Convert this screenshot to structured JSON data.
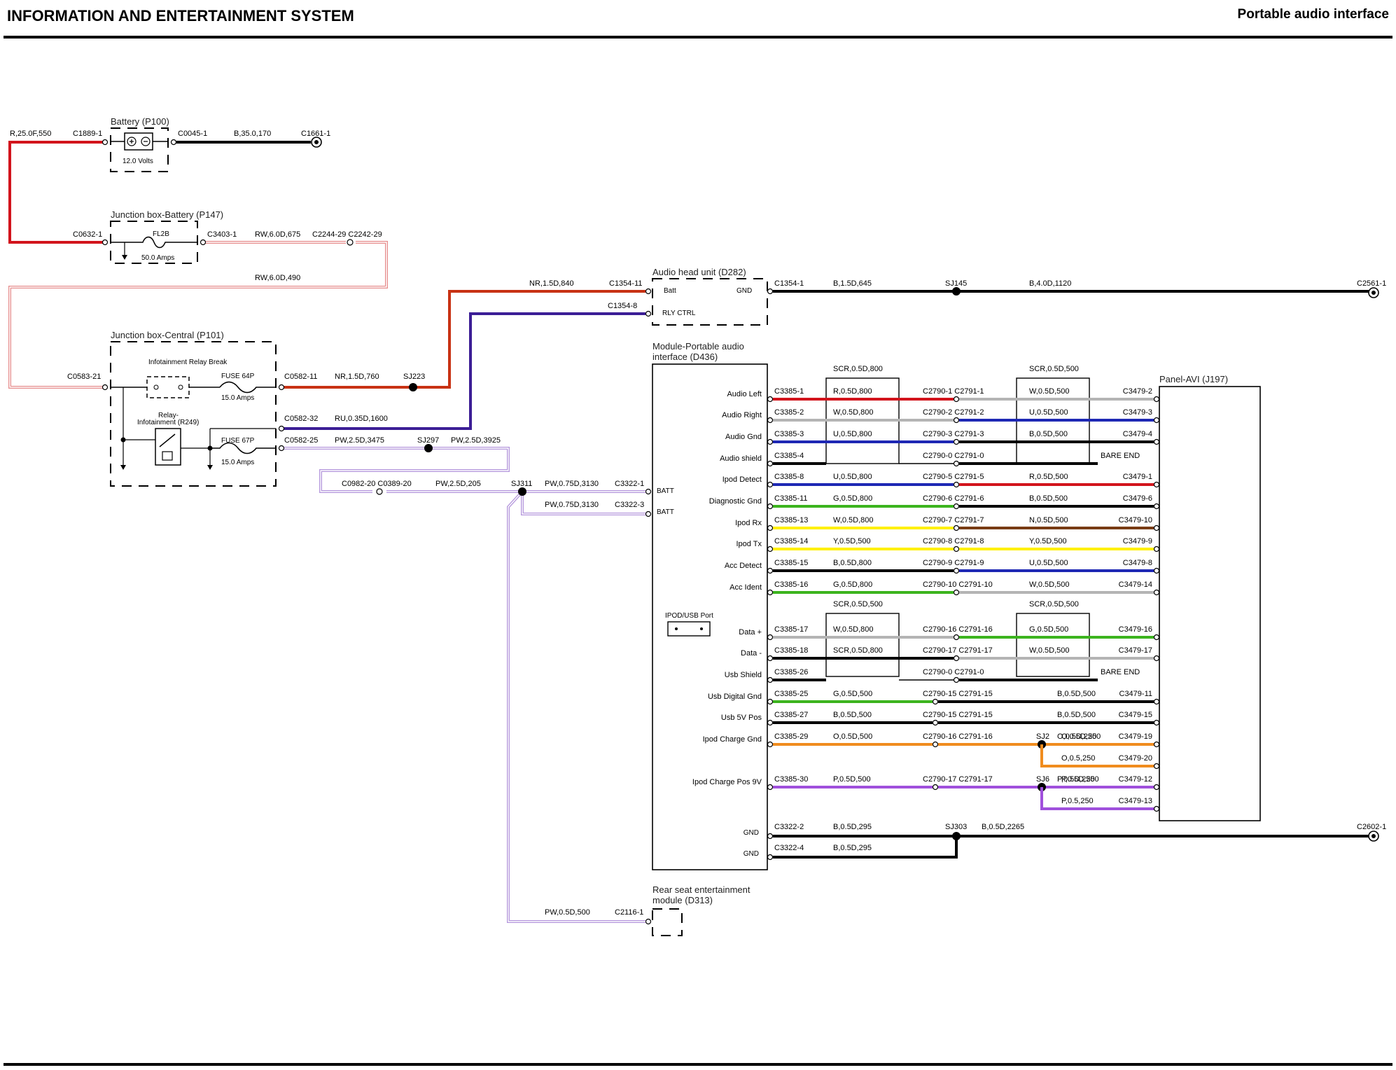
{
  "header": {
    "title": "INFORMATION AND ENTERTAINMENT SYSTEM",
    "subtitle": "Portable audio interface"
  },
  "colors": {
    "red": "#d2141c",
    "white": "#b4b4b4",
    "blue": "#1e28b4",
    "black": "#000000",
    "green": "#3cb41e",
    "yellow": "#fff000",
    "brown": "#783c14",
    "orange": "#f08c1e",
    "purple": "#a050dc",
    "darkblue": "#3c1e96",
    "pinkred": "#e68c8c",
    "lavender": "#b496dc"
  },
  "components": {
    "battery": {
      "name": "Battery (P100)",
      "voltage": "12.0 Volts"
    },
    "jb_battery": {
      "name": "Junction box-Battery (P147)",
      "fuse": "FL2B",
      "amps": "50.0 Amps"
    },
    "jb_central": {
      "name": "Junction box-Central (P101)",
      "relay_break": "Infotainment Relay Break",
      "relay_label_1": "Relay-",
      "relay_label_2": "Infotainment (R249)",
      "fuse1": "FUSE 64P",
      "fuse1_amps": "15.0 Amps",
      "fuse2": "FUSE 67P",
      "fuse2_amps": "15.0 Amps"
    },
    "head_unit": {
      "name": "Audio head unit (D282)",
      "batt": "Batt",
      "gnd": "GND",
      "rly": "RLY CTRL"
    },
    "module": {
      "name_1": "Module-Portable audio",
      "name_2": "interface (D436)",
      "port": "IPOD/USB Port"
    },
    "panel": {
      "name": "Panel-AVI (J197)"
    },
    "rse": {
      "name_1": "Rear seat entertainment",
      "name_2": "module (D313)"
    }
  },
  "labels": [
    {
      "t": "R,25.0F,550"
    },
    {
      "t": "C1889-1"
    },
    {
      "t": "C0045-1"
    },
    {
      "t": "B,35.0,170"
    },
    {
      "t": "C1661-1"
    },
    {
      "t": "C0632-1"
    },
    {
      "t": "C3403-1"
    },
    {
      "t": "RW,6.0D,675"
    },
    {
      "t": "C2244-29 C2242-29"
    },
    {
      "t": "RW,6.0D,490"
    },
    {
      "t": "NR,1.5D,840"
    },
    {
      "t": "C1354-11"
    },
    {
      "t": "C1354-8"
    },
    {
      "t": "C1354-1"
    },
    {
      "t": "B,1.5D,645"
    },
    {
      "t": "SJ145"
    },
    {
      "t": "B,4.0D,1120"
    },
    {
      "t": "C2561-1"
    },
    {
      "t": "C0583-21"
    },
    {
      "t": "C0582-11"
    },
    {
      "t": "NR,1.5D,760"
    },
    {
      "t": "SJ223"
    },
    {
      "t": "C0582-32"
    },
    {
      "t": "RU,0.35D,1600"
    },
    {
      "t": "C0582-25"
    },
    {
      "t": "PW,2.5D,3475"
    },
    {
      "t": "SJ297"
    },
    {
      "t": "PW,2.5D,3925"
    },
    {
      "t": "C0982-20 C0389-20"
    },
    {
      "t": "PW,2.5D,205"
    },
    {
      "t": "SJ311"
    },
    {
      "t": "PW,0.75D,3130"
    },
    {
      "t": "C3322-1"
    },
    {
      "t": "PW,0.75D,3130"
    },
    {
      "t": "C3322-3"
    },
    {
      "t": "BATT"
    },
    {
      "t": "BATT"
    },
    {
      "t": "PW,0.5D,500"
    },
    {
      "t": "C2116-1"
    },
    {
      "t": "C3322-2"
    },
    {
      "t": "B,0.5D,295"
    },
    {
      "t": "SJ303"
    },
    {
      "t": "B,0.5D,2265"
    },
    {
      "t": "C2602-1"
    },
    {
      "t": "C3322-4"
    },
    {
      "t": "B,0.5D,295"
    },
    {
      "t": "GND"
    },
    {
      "t": "GND"
    },
    {
      "t": "SCR,0.5D,800"
    },
    {
      "t": "SCR,0.5D,500"
    },
    {
      "t": "SCR,0.5D,500"
    },
    {
      "t": "SCR,0.5D,500"
    }
  ],
  "rows": [
    {
      "pin": "Audio Left",
      "c1": "C3385-1",
      "w1": "R,0.5D,800",
      "c2": "C2790-1 C2791-1",
      "w2": "W,0.5D,500",
      "c3": "C3479-2"
    },
    {
      "pin": "Audio Right",
      "c1": "C3385-2",
      "w1": "W,0.5D,800",
      "c2": "C2790-2 C2791-2",
      "w2": "U,0.5D,500",
      "c3": "C3479-3"
    },
    {
      "pin": "Audio Gnd",
      "c1": "C3385-3",
      "w1": "U,0.5D,800",
      "c2": "C2790-3 C2791-3",
      "w2": "B,0.5D,500",
      "c3": "C3479-4"
    },
    {
      "pin": "Audio shield",
      "c1": "C3385-4",
      "w1": "",
      "c2": "C2790-0 C2791-0",
      "w2": "",
      "c3": "BARE END"
    },
    {
      "pin": "Ipod Detect",
      "c1": "C3385-8",
      "w1": "U,0.5D,800",
      "c2": "C2790-5 C2791-5",
      "w2": "R,0.5D,500",
      "c3": "C3479-1"
    },
    {
      "pin": "Diagnostic Gnd",
      "c1": "C3385-11",
      "w1": "G,0.5D,800",
      "c2": "C2790-6 C2791-6",
      "w2": "B,0.5D,500",
      "c3": "C3479-6"
    },
    {
      "pin": "Ipod Rx",
      "c1": "C3385-13",
      "w1": "W,0.5D,800",
      "c2": "C2790-7 C2791-7",
      "w2": "N,0.5D,500",
      "c3": "C3479-10"
    },
    {
      "pin": "Ipod Tx",
      "c1": "C3385-14",
      "w1": "Y,0.5D,500",
      "c2": "C2790-8 C2791-8",
      "w2": "Y,0.5D,500",
      "c3": "C3479-9"
    },
    {
      "pin": "Acc Detect",
      "c1": "C3385-15",
      "w1": "B,0.5D,800",
      "c2": "C2790-9 C2791-9",
      "w2": "U,0.5D,500",
      "c3": "C3479-8"
    },
    {
      "pin": "Acc Ident",
      "c1": "C3385-16",
      "w1": "G,0.5D,800",
      "c2": "C2790-10 C2791-10",
      "w2": "W,0.5D,500",
      "c3": "C3479-14"
    },
    {
      "pin": "Data +",
      "c1": "C3385-17",
      "w1": "W,0.5D,800",
      "c2": "C2790-16 C2791-16",
      "w2": "G,0.5D,500",
      "c3": "C3479-16"
    },
    {
      "pin": "Data -",
      "c1": "C3385-18",
      "w1": "SCR,0.5D,800",
      "c2": "C2790-17 C2791-17",
      "w2": "W,0.5D,500",
      "c3": "C3479-17"
    },
    {
      "pin": "Usb Shield",
      "c1": "C3385-26",
      "w1": "",
      "c2": "C2790-0 C2791-0",
      "w2": "",
      "c3": "BARE END"
    },
    {
      "pin": "Usb Digital Gnd",
      "c1": "C3385-25",
      "w1": "G,0.5D,500",
      "c2": "C2790-15 C2791-15",
      "w2": "B,0.5D,500",
      "c3": "C3479-11"
    },
    {
      "pin": "Usb 5V Pos",
      "c1": "C3385-27",
      "w1": "B,0.5D,500",
      "c2": "C2790-15 C2791-15",
      "w2": "B,0.5D,500",
      "c3": "C3479-15"
    },
    {
      "pin": "Ipod Charge Gnd",
      "c1": "C3385-29",
      "w1": "O,0.5D,500",
      "c2": "C2790-16 C2791-16",
      "w2": "O,0.5D,250",
      "sj": "SJ2",
      "w3": "O,0.5D,250",
      "c3": "C3479-19",
      "w4": "O,0.5,250",
      "c4": "C3479-20"
    },
    {
      "pin": "Ipod Charge Pos 9V",
      "c1": "C3385-30",
      "w1": "P,0.5D,500",
      "c2": "C2790-17 C2791-17",
      "w2": "P,0.5D,250",
      "sj": "SJ6",
      "w3": "P,0.5D,250",
      "c3": "C3479-12",
      "w4": "P,0.5,250",
      "c4": "C3479-13"
    }
  ]
}
